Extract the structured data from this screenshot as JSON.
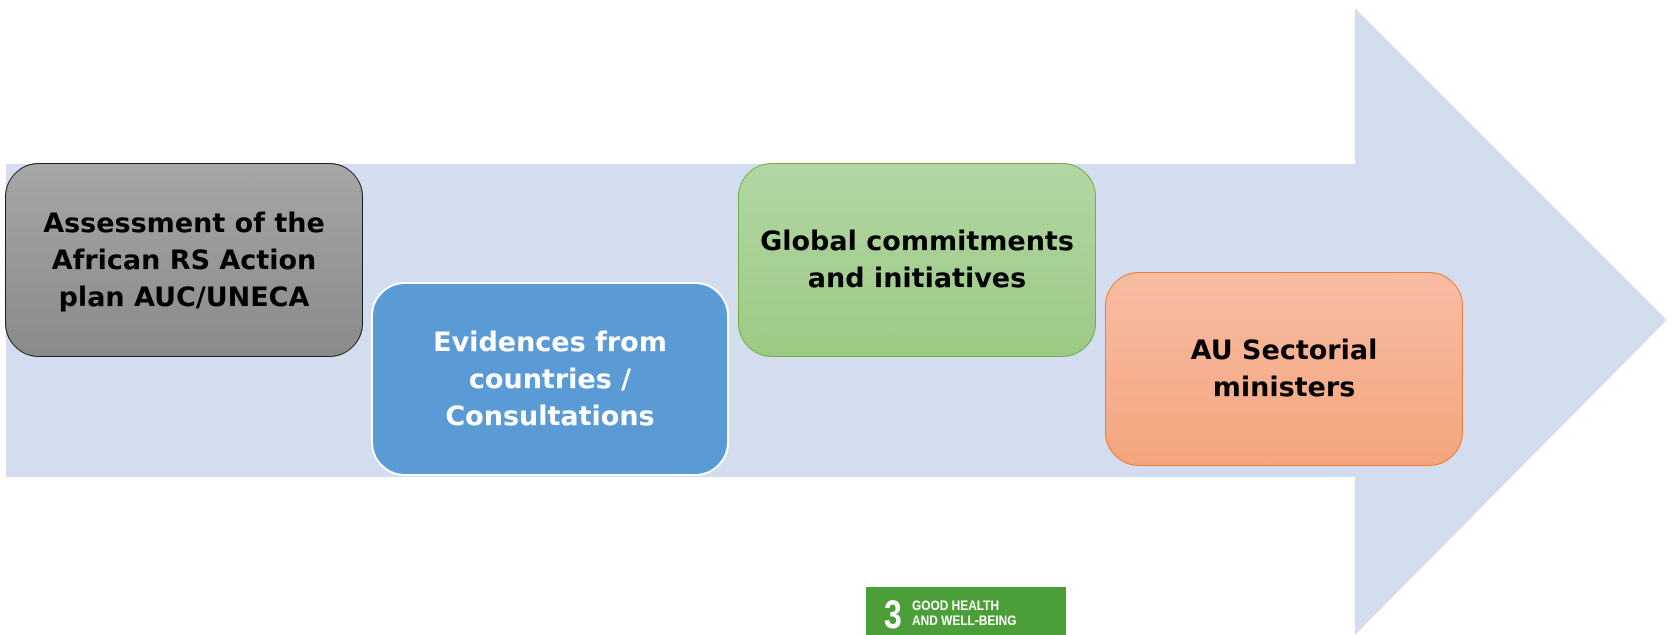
{
  "diagram": {
    "arrow_color": "#d3ddef",
    "steps": [
      {
        "id": "assessment",
        "label": "Assessment of the\nAfrican RS Action\nplan AUC/UNECA",
        "fill": "#999999",
        "text_color": "#000000"
      },
      {
        "id": "evidences",
        "label": "Evidences from\ncountries /\nConsultations",
        "fill": "#5b9bd5",
        "text_color": "#ffffff"
      },
      {
        "id": "global",
        "label": "Global commitments\nand initiatives",
        "fill": "#a9d18e",
        "text_color": "#000000"
      },
      {
        "id": "au",
        "label": "AU Sectorial ministers",
        "fill": "#f4b183",
        "text_color": "#000000"
      }
    ]
  },
  "sdg_badge": {
    "number": "3",
    "label": "GOOD HEALTH\nAND WELL-BEING",
    "color": "#4c9f38"
  }
}
